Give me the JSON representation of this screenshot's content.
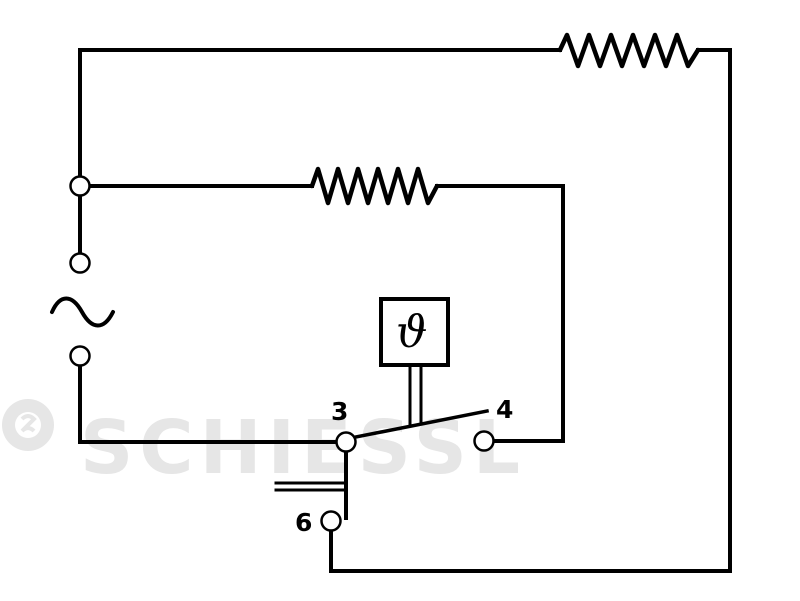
{
  "watermark": {
    "text": "SCHIESSL",
    "color": "#e6e6e6"
  },
  "terminals": {
    "common": "3",
    "normally_open": "4",
    "auxiliary": "6"
  },
  "sensor_symbol": "ϑ",
  "ac_symbol": "~",
  "colors": {
    "line": "#000000",
    "background": "#ffffff"
  }
}
